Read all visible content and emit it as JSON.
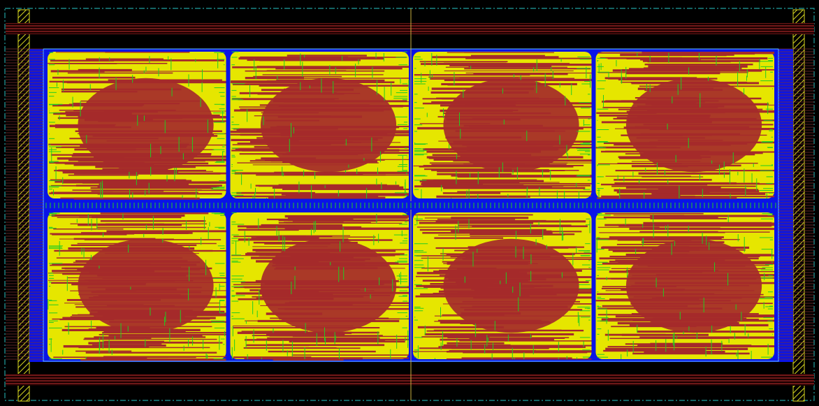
{
  "view": {
    "kind": "chip-layout-canvas",
    "layers": [
      {
        "name": "background",
        "color": "#000000"
      },
      {
        "name": "core-fill",
        "color": "#0a14e6"
      },
      {
        "name": "metal-horizontal",
        "color": "#a52a2a"
      },
      {
        "name": "metal-vertical",
        "color": "#e6e600"
      },
      {
        "name": "via-routing",
        "color": "#22cc22"
      },
      {
        "name": "power-ring",
        "color": "#c03030"
      },
      {
        "name": "io-pad-hatch",
        "color": "#d8d820"
      },
      {
        "name": "die-boundary",
        "color": "#20a0a0"
      }
    ],
    "grid": {
      "rows": 2,
      "cols": 4
    },
    "text": []
  }
}
